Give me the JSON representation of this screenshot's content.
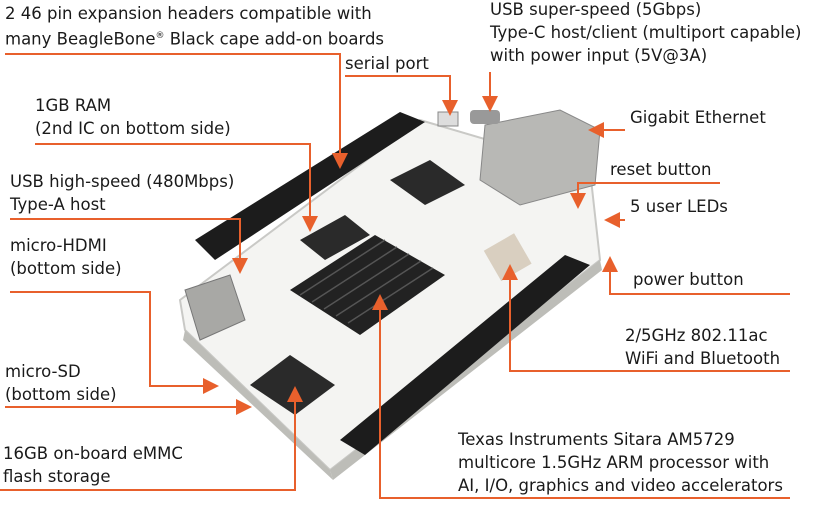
{
  "colors": {
    "accent": "#e8602c",
    "board": "#f4f4f2",
    "header": "#1c1c1c"
  },
  "labels": {
    "headers": [
      "2 46 pin expansion headers compatible with",
      "many BeagleBone",
      "®",
      " Black cape add-on boards"
    ],
    "serial": "serial port",
    "usbc": [
      "USB super-speed (5Gbps)",
      "Type-C host/client (multiport capable)",
      "with power input (5V@3A)"
    ],
    "ram": [
      "1GB RAM",
      "(2nd IC on bottom side)"
    ],
    "ethernet": "Gigabit Ethernet",
    "reset": "reset button",
    "leds": "5 user LEDs",
    "usba": [
      "USB high-speed (480Mbps)",
      "Type-A host"
    ],
    "hdmi": [
      "micro-HDMI",
      "(bottom side)"
    ],
    "power": "power button",
    "wifi": [
      "2/5GHz 802.11ac",
      "WiFi and Bluetooth"
    ],
    "sd": [
      "micro-SD",
      "(bottom side)"
    ],
    "emmc": [
      "16GB on-board eMMC",
      "flash storage"
    ],
    "cpu": [
      "Texas Instruments Sitara AM5729",
      "multicore 1.5GHz ARM processor with",
      "AI, I/O, graphics and video accelerators"
    ]
  }
}
